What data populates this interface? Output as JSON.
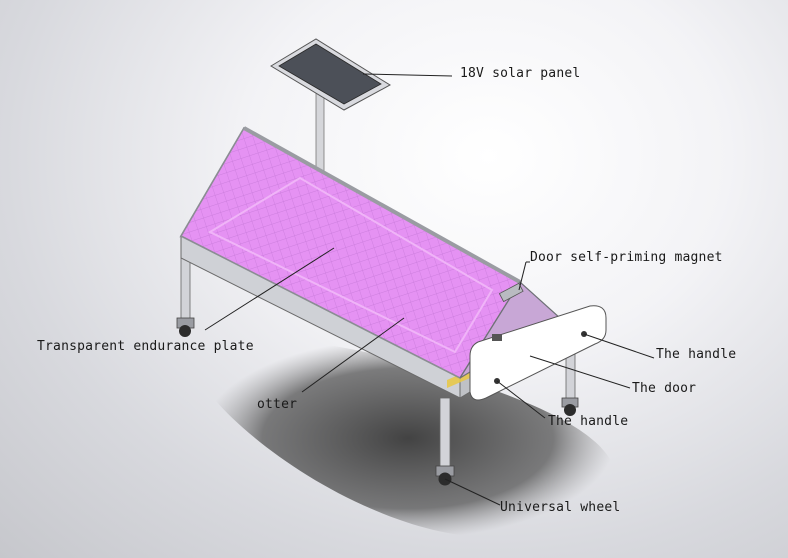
{
  "labels": {
    "solar_panel": "18V solar panel",
    "magnet": "Door self-priming magnet",
    "handle_upper": "The handle",
    "door": "The door",
    "handle_lower": "The handle",
    "plate": "Transparent endurance plate",
    "otter": "otter",
    "wheel": "Universal wheel"
  },
  "colors": {
    "glass": "#e38ef2",
    "frame": "#c9cbd0",
    "leader": "#222222"
  }
}
